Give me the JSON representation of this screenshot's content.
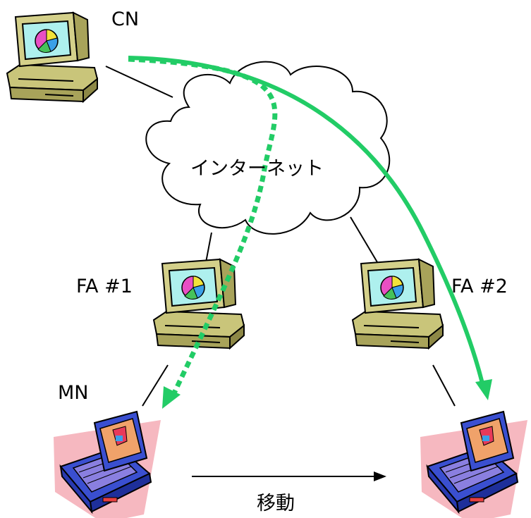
{
  "labels": {
    "cn": "CN",
    "internet": "インターネット",
    "fa1": "FA #1",
    "fa2": "FA #2",
    "mn": "MN",
    "move": "移動"
  },
  "icons": {
    "cn": "desktop-computer-icon",
    "fa1": "desktop-computer-icon",
    "fa2": "desktop-computer-icon",
    "mn_before": "laptop-icon",
    "mn_after": "laptop-icon",
    "internet": "cloud-icon"
  },
  "colors": {
    "path": "#22cc66",
    "lines": "#000000",
    "monitor_body": "#d4d08a",
    "laptop_body": "#3a4fd0",
    "laptop_glow": "#f6b8c0"
  }
}
